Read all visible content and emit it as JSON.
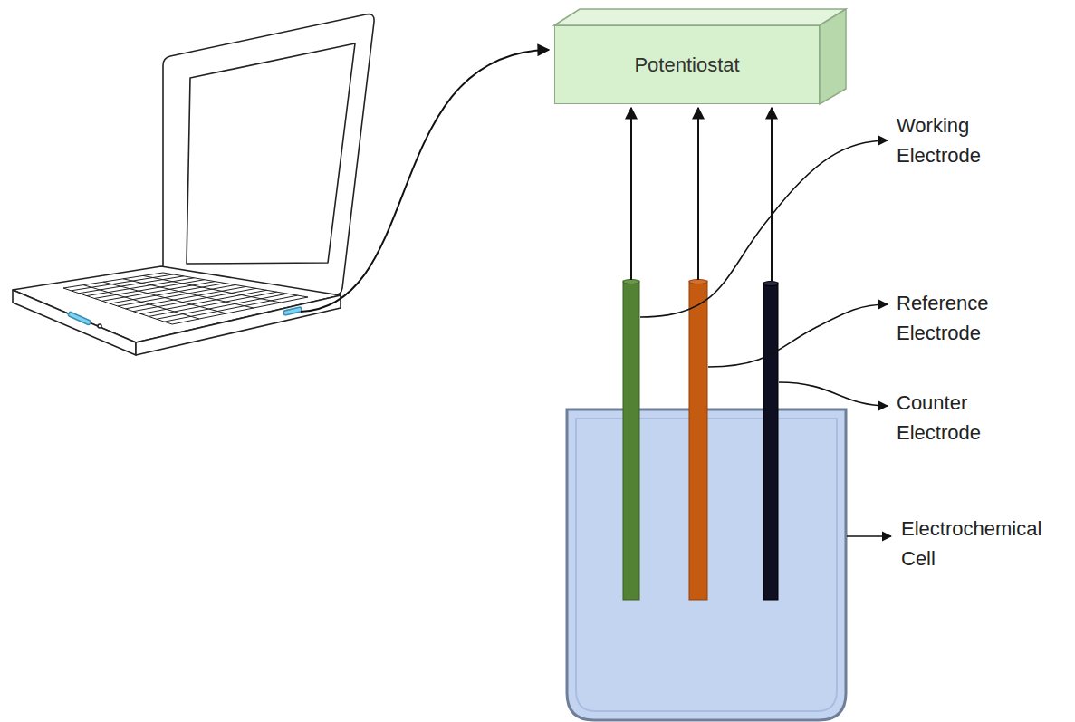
{
  "diagram": {
    "nodes": [
      {
        "text": [
          "Potentiostat"
        ]
      }
    ],
    "labels": [
      "Working Electrode",
      "Reference Electrode",
      "Counter Electrode",
      "Electrochemical Cell"
    ]
  }
}
